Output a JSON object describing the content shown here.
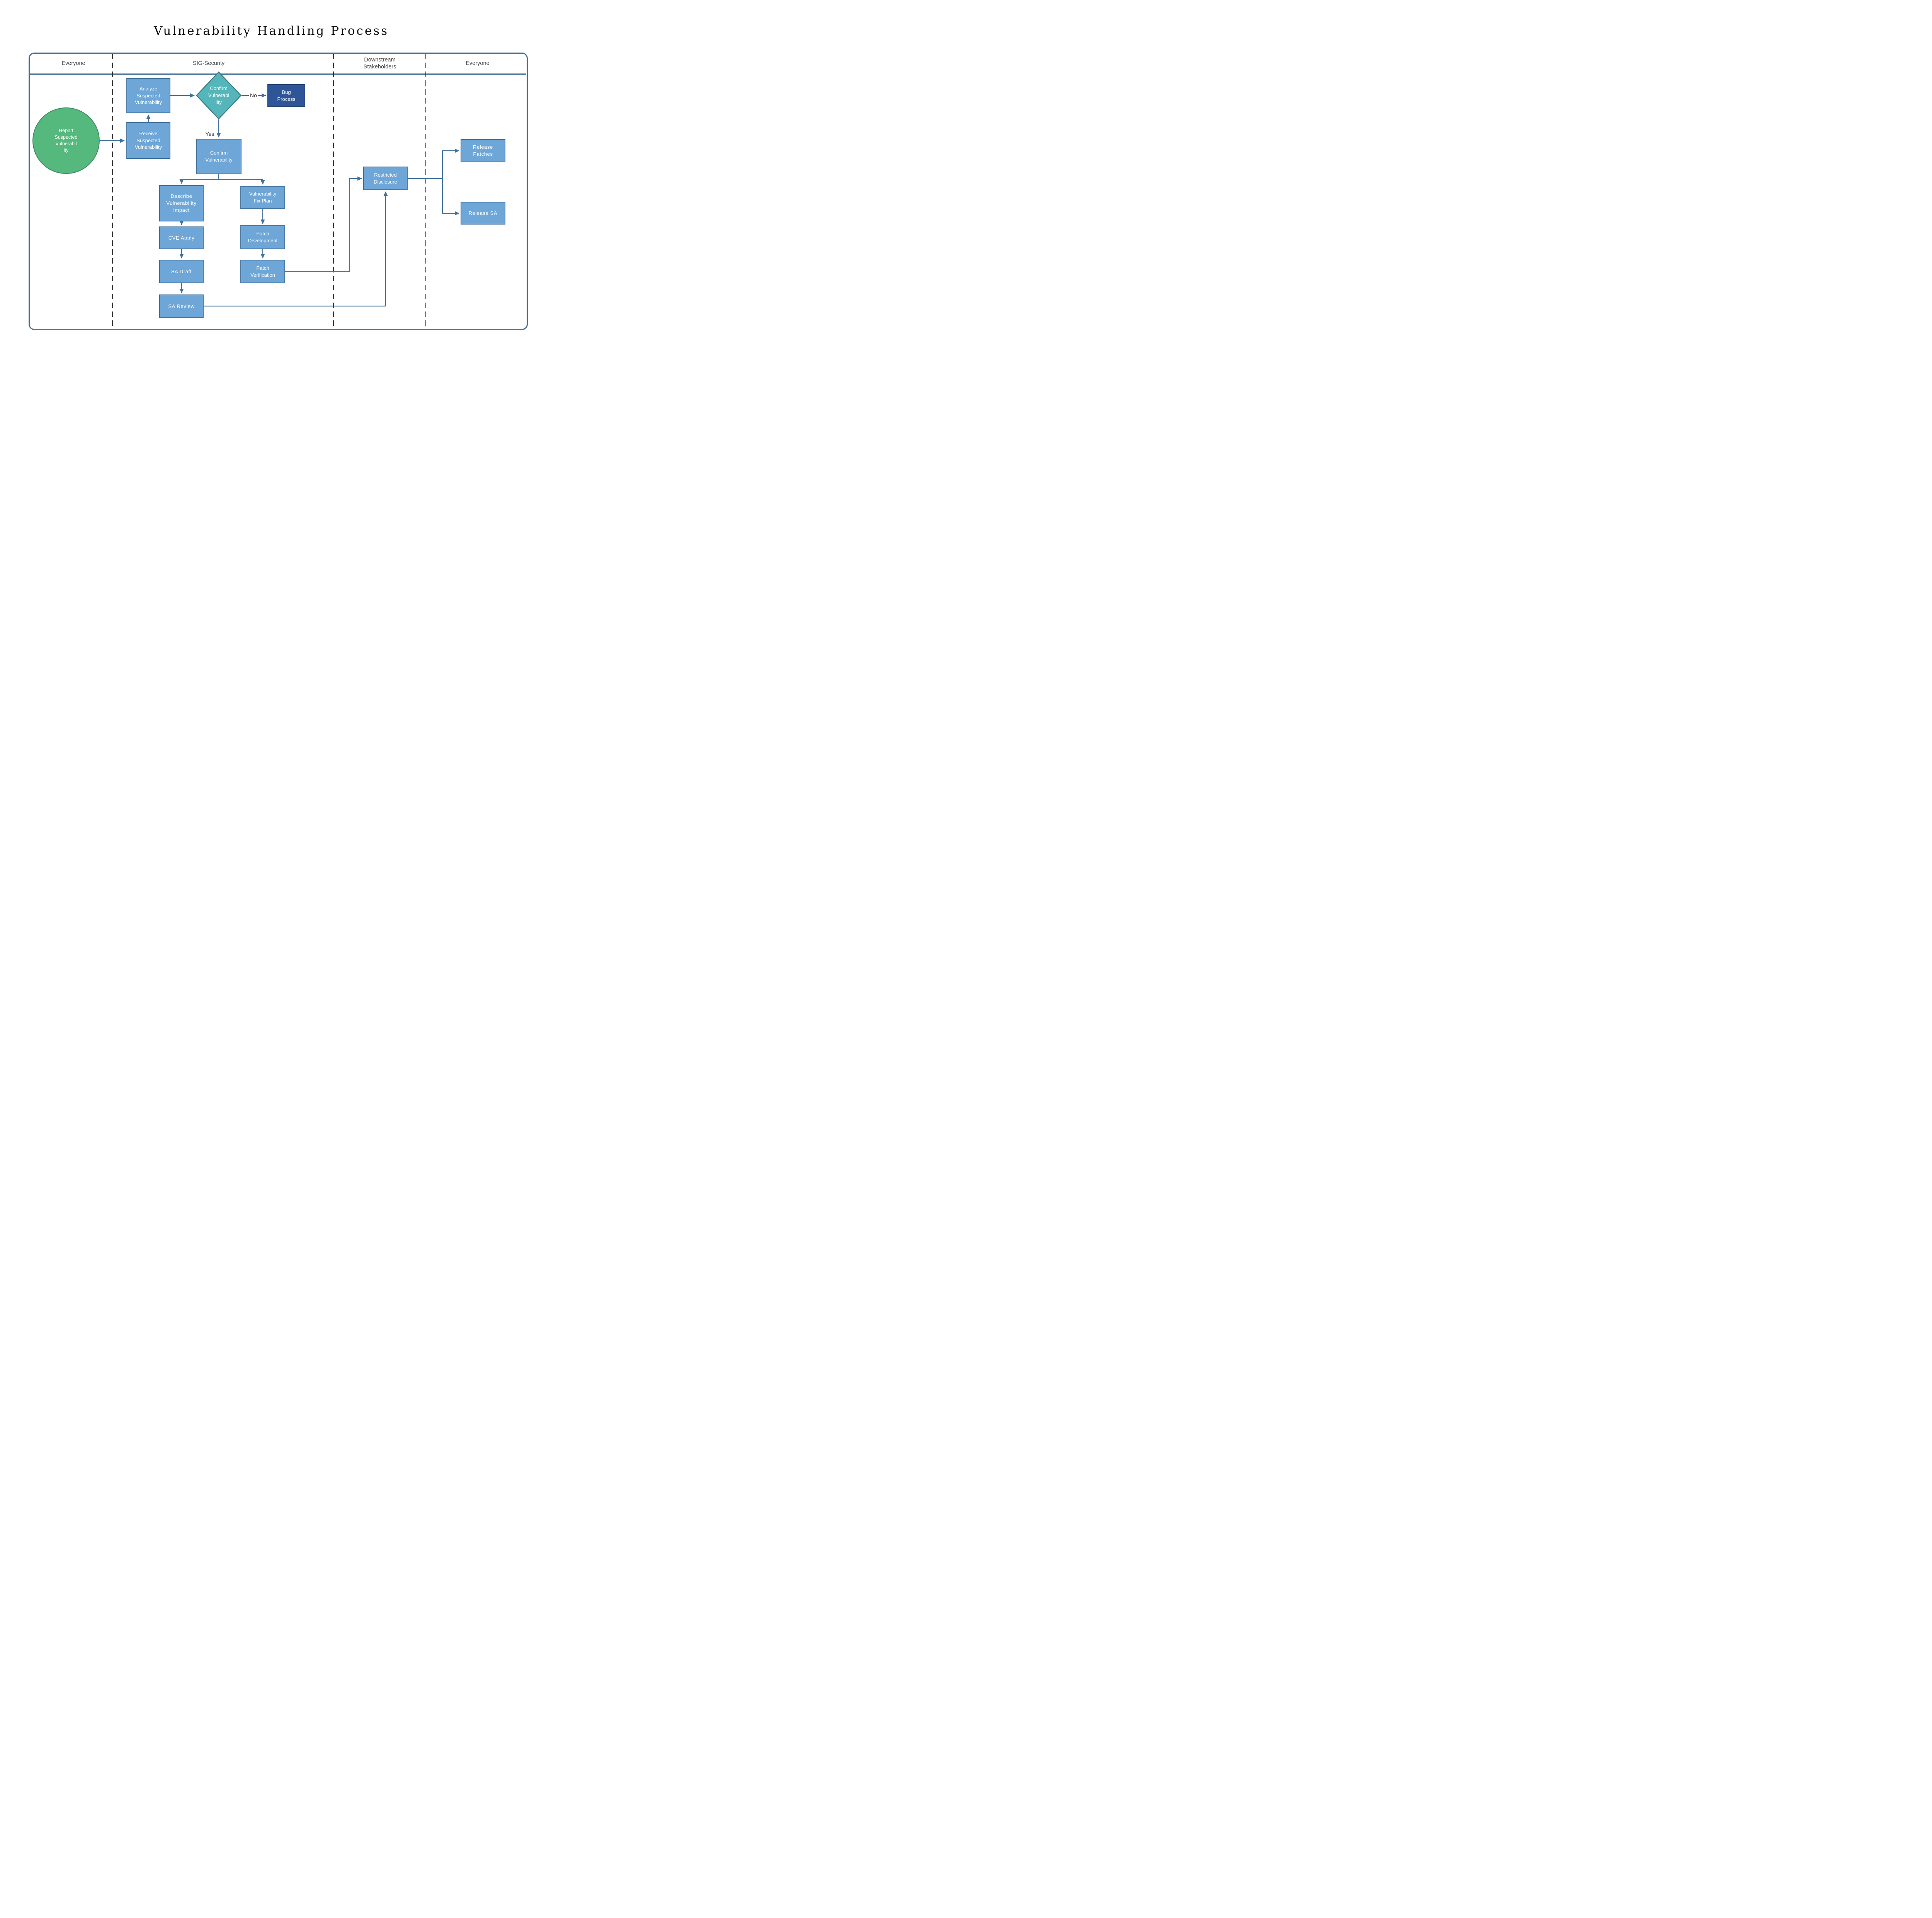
{
  "title": "Vulnerability Handling Process",
  "lanes": [
    {
      "label": "Everyone"
    },
    {
      "label": "SIG-Security"
    },
    {
      "label": "Downstream\nStakeholders"
    },
    {
      "label": "Everyone"
    }
  ],
  "nodes": {
    "report": {
      "label": "Report\nSuspected\nVulnerabil\nity",
      "type": "start"
    },
    "analyze": {
      "label": "Analyze\nSuspected\nVulnerability",
      "type": "process"
    },
    "receive": {
      "label": "Receive\nSuspected\nVulnerability",
      "type": "process"
    },
    "confirm_decision": {
      "label": "Confirm\nVulnerabi\nlity",
      "type": "decision"
    },
    "bug_process": {
      "label": "Bug\nProcess",
      "type": "process-alt"
    },
    "confirm": {
      "label": "Confirm\nVulnerability",
      "type": "process"
    },
    "describe": {
      "label": "Describe\nVulnerability\nImpact",
      "type": "process"
    },
    "cve_apply": {
      "label": "CVE Apply",
      "type": "process"
    },
    "sa_draft": {
      "label": "SA Draft",
      "type": "process"
    },
    "sa_review": {
      "label": "SA Review",
      "type": "process"
    },
    "fix_plan": {
      "label": "Vulnerability\nFix Plan",
      "type": "process"
    },
    "patch_dev": {
      "label": "Patch\nDevelopment",
      "type": "process"
    },
    "patch_verify": {
      "label": "Patch\nVerification",
      "type": "process"
    },
    "restricted": {
      "label": "Restricted\nDisclosure",
      "type": "process"
    },
    "release_patches": {
      "label": "Release\nPatches",
      "type": "process"
    },
    "release_sa": {
      "label": "Release SA",
      "type": "process"
    }
  },
  "edge_labels": {
    "yes": "Yes",
    "no": "No"
  },
  "colors": {
    "frame_border": "#4a7296",
    "lane_divider": "#1a1a1a",
    "connector": "#41719c",
    "process_fill": "#6ea6d8",
    "process_border": "#41719c",
    "start_fill": "#55b87d",
    "start_border": "#3f8a63",
    "decision_fill": "#54b6ba",
    "decision_border": "#3d7a7f",
    "alt_fill": "#2e5597",
    "alt_border": "#20406e",
    "node_text": "#ffffff",
    "lane_label_text": "#454545",
    "title_text": "#0d0d0d",
    "edge_label_text": "#3a3a3a"
  }
}
